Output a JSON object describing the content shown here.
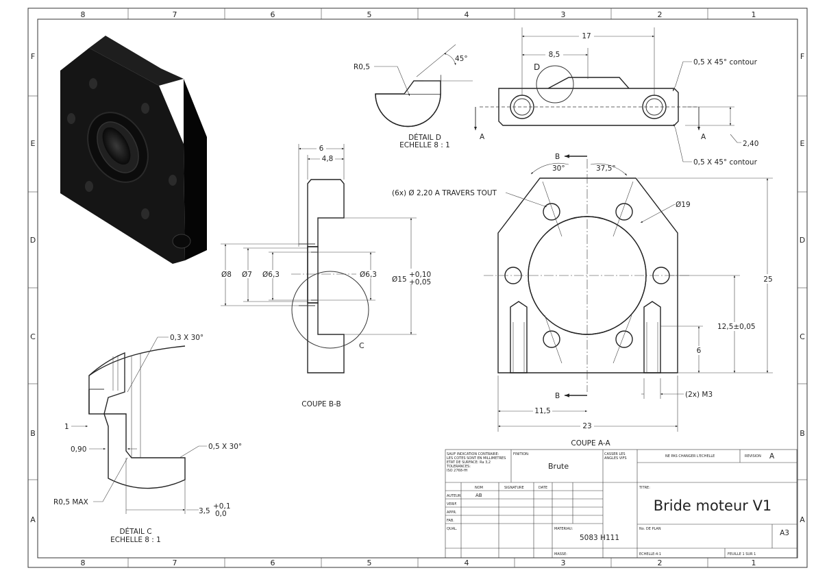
{
  "zones": {
    "columns": [
      "8",
      "7",
      "6",
      "5",
      "4",
      "3",
      "2",
      "1"
    ],
    "rows": [
      "F",
      "E",
      "D",
      "C",
      "B",
      "A"
    ]
  },
  "detail_d": {
    "title": "DÉTAIL D",
    "scale": "ECHELLE 8 : 1",
    "radius": "R0,5",
    "angle": "45°"
  },
  "top_view": {
    "marker": "D",
    "dim_total": "17",
    "dim_half": "8,5",
    "chamfer_top": "0,5 X 45° contour",
    "chamfer_bottom": "0,5 X 45° contour",
    "dim_thickness": "2,40",
    "section_label_left": "A",
    "section_label_right": "A"
  },
  "section_bb": {
    "title": "COUPE B-B",
    "dim_width": "6",
    "dim_width2": "4,8",
    "dia_8": "Ø8",
    "dia_7": "Ø7",
    "dia_63_left": "Ø6,3",
    "dia_63_right": "Ø6,3",
    "dia_15": "Ø15",
    "tol_15_upper": "+0,10",
    "tol_15_lower": "+0,05",
    "detail_marker": "C"
  },
  "section_aa": {
    "title": "COUPE A-A",
    "cut_label_top": "B",
    "cut_label_bottom": "B",
    "angle_left": "30°",
    "angle_right": "37,5°",
    "holes_note": "(6x)  Ø 2,20 A TRAVERS TOUT",
    "dia_19": "Ø19",
    "dim_height": "25",
    "dim_center_height": "12,5±0,05",
    "dim_thread_depth": "6",
    "thread_note": "(2x) M3",
    "dim_half_width": "11,5",
    "dim_width": "23"
  },
  "detail_c": {
    "title": "DÉTAIL C",
    "scale": "ECHELLE 8 : 1",
    "chamfer_top": "0,3 X 30°",
    "chamfer_bottom": "0,5 X 30°",
    "dim_1": "1",
    "dim_090": "0,90",
    "radius": "R0,5 MAX",
    "dim_35": "3,5",
    "tol_35_upper": "+0,1",
    "tol_35_lower": "0,0"
  },
  "title_block": {
    "general_note": [
      "SAUF INDICATION CONTRAIRE:",
      "LES COTES SONT EN MILLIMETRES",
      "ETAT DE SURFACE: Ra 3,2",
      "TOLERANCES:",
      "ISO 2768-fH"
    ],
    "finition_label": "FINITION:",
    "finition_value": "Brute",
    "casser_label": [
      "CASSER LES",
      "ANGLES VIFS"
    ],
    "no_scale": "NE PAS CHANGER L'ECHELLE",
    "revision_label": "REVISION",
    "revision_value": "A",
    "col_nom": "NOM",
    "col_signature": "SIGNATURE",
    "col_date": "DATE",
    "row_auteur": "AUTEUR",
    "row_verif": "VERIF.",
    "row_appr": "APPR.",
    "row_fab": "FAB.",
    "row_qual": "QUAL.",
    "auteur_value": "AB",
    "titre_label": "TITRE:",
    "titre_value": "Bride moteur V1",
    "materiau_label": "MATERIAU:",
    "materiau_value": "5083 H111",
    "no_plan_label": "No. DE PLAN",
    "format_value": "A3",
    "masse_label": "MASSE:",
    "echelle_label": "ECHELLE:4:1",
    "feuille_label": "FEUILLE 1 SUR 1"
  },
  "colors": {
    "line": "#333333",
    "part_iso": "#141414",
    "background": "#ffffff"
  }
}
